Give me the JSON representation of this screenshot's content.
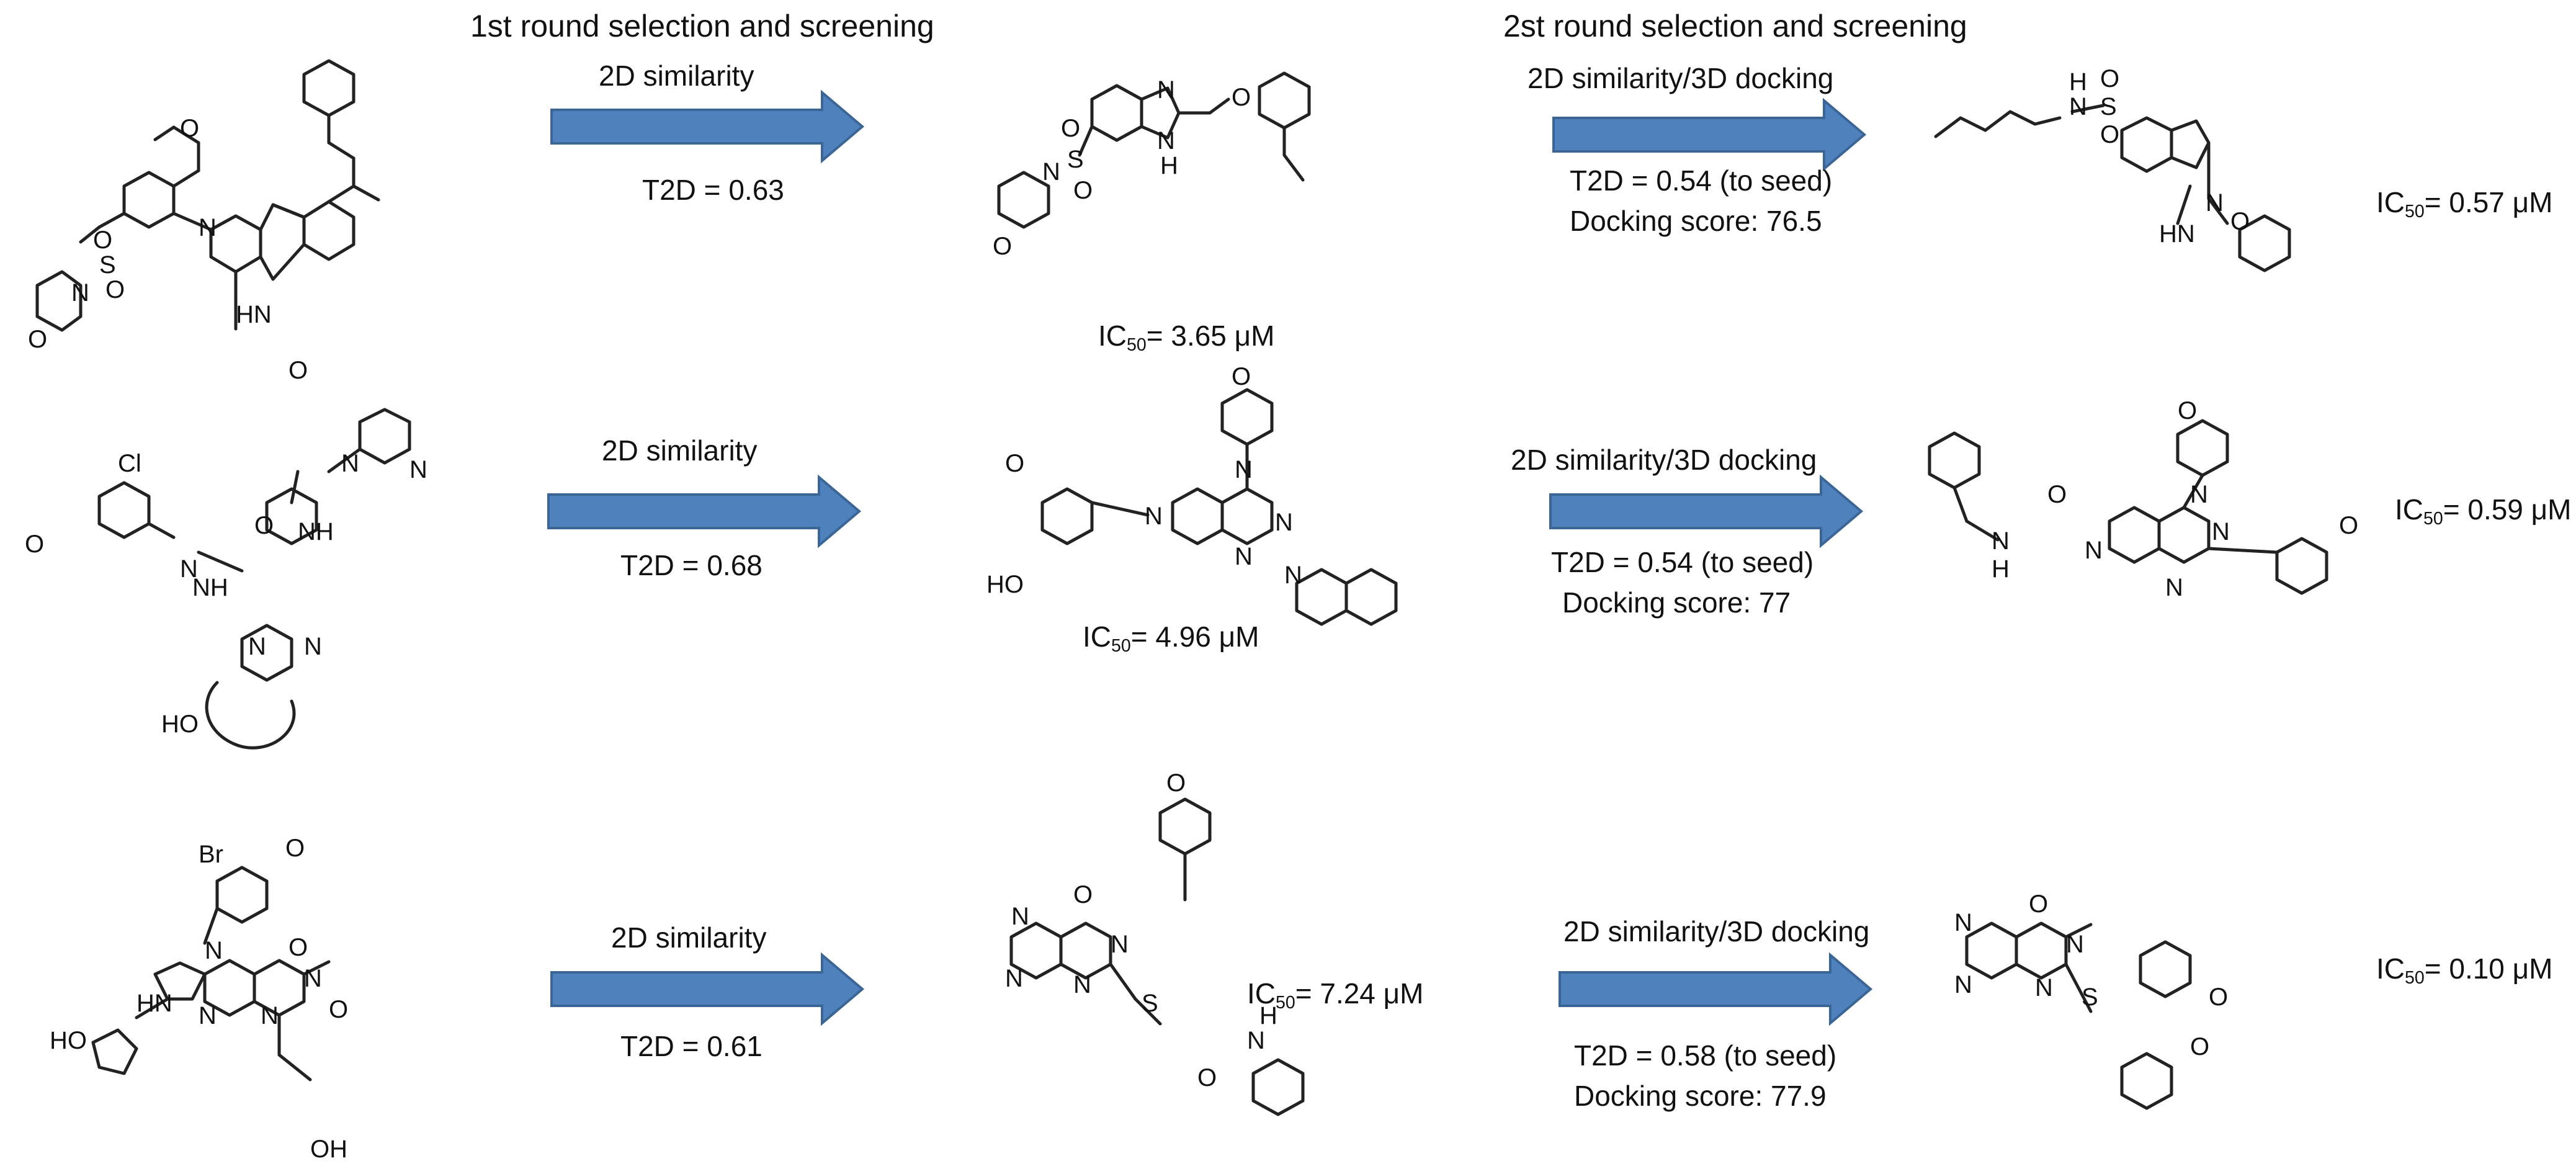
{
  "headers": {
    "round1": "1st round selection and screening",
    "round2": "2st round selection and screening"
  },
  "rows": [
    {
      "method1": "2D similarity",
      "t2d1": "T2D = 0.63",
      "hit_ic50_prefix": "IC",
      "hit_ic50_sub": "50",
      "hit_ic50_value": "= 3.65 μM",
      "method2": "2D similarity/3D docking",
      "t2d2": "T2D = 0.54 (to seed)",
      "docking": "Docking score: 76.5",
      "final_ic50_prefix": "IC",
      "final_ic50_sub": "50",
      "final_ic50_value": "= 0.57 μM"
    },
    {
      "method1": "2D similarity",
      "t2d1": "T2D = 0.68",
      "hit_ic50_prefix": "IC",
      "hit_ic50_sub": "50",
      "hit_ic50_value": "= 4.96 μM",
      "method2": "2D similarity/3D docking",
      "t2d2": "T2D = 0.54  (to seed)",
      "docking": "Docking score: 77",
      "final_ic50_prefix": "IC",
      "final_ic50_sub": "50",
      "final_ic50_value": "= 0.59 μM"
    },
    {
      "method1": "2D similarity",
      "t2d1": "T2D = 0.61",
      "hit_ic50_prefix": "IC",
      "hit_ic50_sub": "50",
      "hit_ic50_value": "= 7.24 μM",
      "method2": "2D similarity/3D docking",
      "t2d2": "T2D = 0.58  (to seed)",
      "docking": "Docking score: 77.9",
      "final_ic50_prefix": "IC",
      "final_ic50_sub": "50",
      "final_ic50_value": "= 0.10 μM"
    }
  ],
  "atom_labels": {
    "seed1": [
      "N",
      "S",
      "O",
      "O",
      "O",
      "O",
      "N",
      "HN",
      "O"
    ],
    "hit1": [
      "N",
      "N",
      "H",
      "O",
      "S",
      "O",
      "O",
      "N",
      "O"
    ],
    "final1": [
      "H",
      "N",
      "S",
      "O",
      "O",
      "N",
      "HN",
      "O"
    ],
    "seed2": [
      "Cl",
      "O",
      "N",
      "O",
      "NH",
      "N",
      "N",
      "N",
      "N",
      "NH",
      "HO"
    ],
    "hit2": [
      "O",
      "O",
      "HO",
      "N",
      "N",
      "N",
      "N",
      "N"
    ],
    "final2": [
      "O",
      "N",
      "N",
      "H",
      "O",
      "N",
      "N",
      "N",
      "O"
    ],
    "seed3": [
      "Br",
      "O",
      "N",
      "O",
      "N",
      "HN",
      "N",
      "N",
      "O",
      "HO",
      "OH"
    ],
    "hit3": [
      "O",
      "N",
      "O",
      "N",
      "N",
      "N",
      "S",
      "H",
      "N",
      "O"
    ],
    "final3": [
      "O",
      "N",
      "N",
      "N",
      "N",
      "S",
      "O",
      "O"
    ]
  },
  "colors": {
    "arrow_fill": "#4f81bd",
    "arrow_stroke": "#3a6595",
    "text": "#111111",
    "bond": "#222222"
  }
}
